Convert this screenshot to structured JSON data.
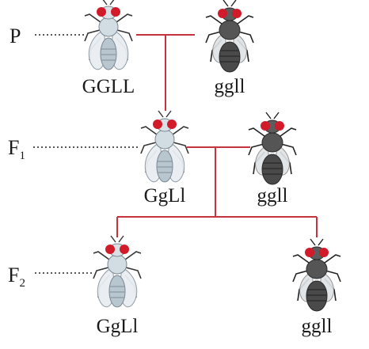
{
  "generations": [
    {
      "base": "P",
      "sub": ""
    },
    {
      "base": "F",
      "sub": "1"
    },
    {
      "base": "F",
      "sub": "2"
    }
  ],
  "genotypes": {
    "p_left": "GGLL",
    "p_right": "ggll",
    "f1_left": "GgLl",
    "f1_right": "ggll",
    "f2_left": "GgLl",
    "f2_right": "ggll"
  },
  "colors": {
    "cross_line": "#c8323c",
    "leader": "#222222",
    "wild_body": "#cfd9e0",
    "ebony_body": "#4a4a4a",
    "eye": "#d11a2a"
  },
  "icons": {
    "wild_fly": "light-fly-icon",
    "ebony_fly": "dark-fly-icon"
  }
}
